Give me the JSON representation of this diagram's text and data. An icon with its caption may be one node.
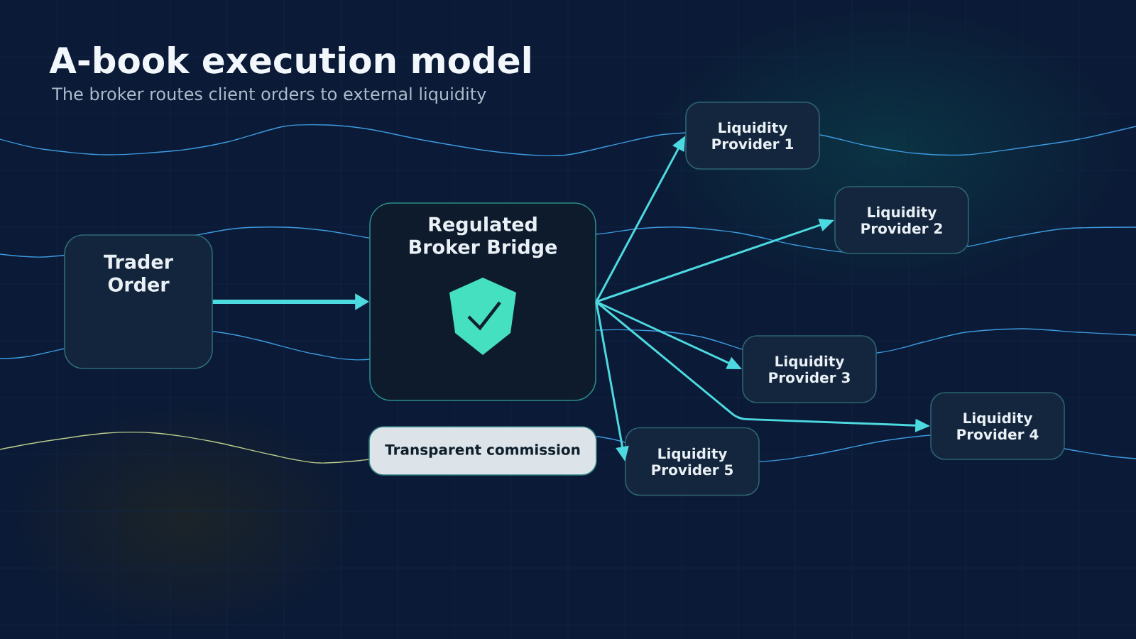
{
  "diagram": {
    "title": "A-book execution model",
    "nodes": [
      {
        "text": [
          "Trader Order"
        ]
      },
      {
        "text": [
          "Regulated Broker Bridge"
        ]
      },
      {
        "text": [
          "Transparent commission"
        ]
      },
      {
        "text": [
          "Liquidity Provider 1"
        ]
      },
      {
        "text": [
          "Liquidity Provider 2"
        ]
      },
      {
        "text": [
          "Liquidity Provider 3"
        ]
      },
      {
        "text": [
          "Liquidity Provider 4"
        ]
      },
      {
        "text": [
          "Liquidity Provider 5"
        ]
      }
    ],
    "edges": [
      {
        "from": 0,
        "to": 1,
        "arrow": "to",
        "style": "thick"
      },
      {
        "from": 1,
        "to": 3,
        "arrow": "to"
      },
      {
        "from": 1,
        "to": 4,
        "arrow": "to"
      },
      {
        "from": 1,
        "to": 5,
        "arrow": "to"
      },
      {
        "from": 1,
        "to": 6,
        "arrow": "to"
      },
      {
        "from": 1,
        "to": 7,
        "arrow": "to"
      }
    ],
    "labels": [
      "The broker routes client orders to external liquidity"
    ]
  }
}
